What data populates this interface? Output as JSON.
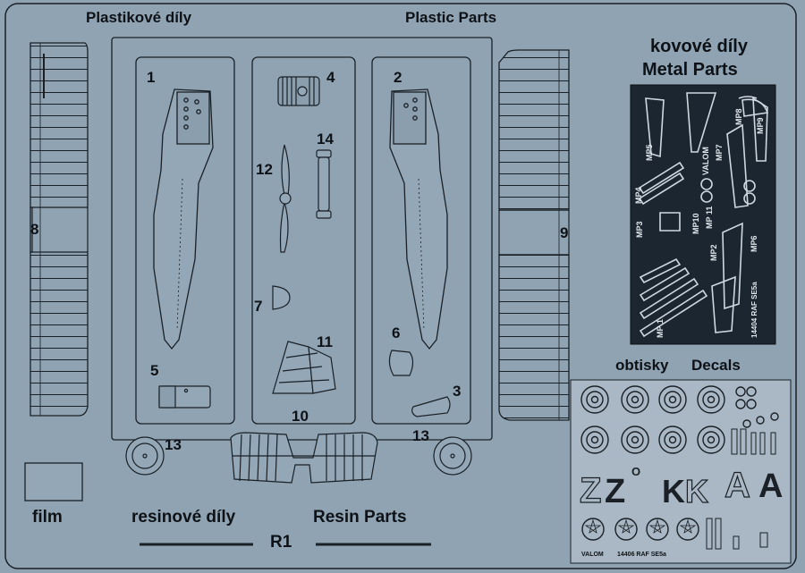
{
  "headings": {
    "plastic_cz": "Plastikové díly",
    "plastic_en": "Plastic Parts",
    "metal_cz": "kovové díly",
    "metal_en": "Metal Parts",
    "decals_cz": "obtisky",
    "decals_en": "Decals",
    "film": "film",
    "resin_cz": "resinové díly",
    "resin_en": "Resin Parts",
    "resin_sprue": "R1"
  },
  "parts": {
    "p1": "1",
    "p2": "2",
    "p3": "3",
    "p4": "4",
    "p5": "5",
    "p6": "6",
    "p7": "7",
    "p8": "8",
    "p9": "9",
    "p10": "10",
    "p11": "11",
    "p12": "12",
    "p13_left": "13",
    "p13_right": "13",
    "p14": "14"
  },
  "metal_parts": {
    "mp1": "MP 1",
    "mp2": "MP2",
    "mp3": "MP3",
    "mp4": "MP4",
    "mp5": "MP5",
    "mp6": "MP6",
    "mp7": "MP7",
    "mp8": "MP8",
    "mp9": "MP9",
    "mp10": "MP10",
    "mp11": "MP 11",
    "brand": "VALOM",
    "product": "14404 RAF SE5a"
  },
  "decal_sheet": {
    "brand": "VALOM",
    "product": "14406 RAF SE5a",
    "letters": [
      "Z",
      "Z",
      "O",
      "K",
      "K",
      "A",
      "A"
    ]
  },
  "colors": {
    "background": "#8fa3b3",
    "line": "#1a2026",
    "metal_fret": "#1c2630"
  }
}
